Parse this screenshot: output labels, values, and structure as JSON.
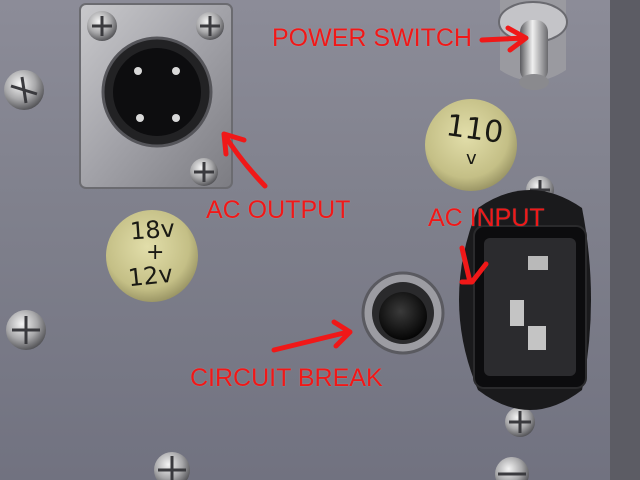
{
  "labels": {
    "power_switch": "POWER SWITCH",
    "ac_output": "AC OUTPUT",
    "ac_input": "AC INPUT",
    "circuit_break": "CIRCUIT BREAK"
  },
  "stickers": {
    "voltage_110": {
      "line1": "110",
      "line2": "v"
    },
    "voltage_18_12": {
      "line1": "18v",
      "line2": "+",
      "line3": "12v"
    }
  },
  "colors": {
    "annotation_red": "#f01818",
    "panel_gray": "#84848f",
    "sticker_gold": "#c9c48a"
  }
}
